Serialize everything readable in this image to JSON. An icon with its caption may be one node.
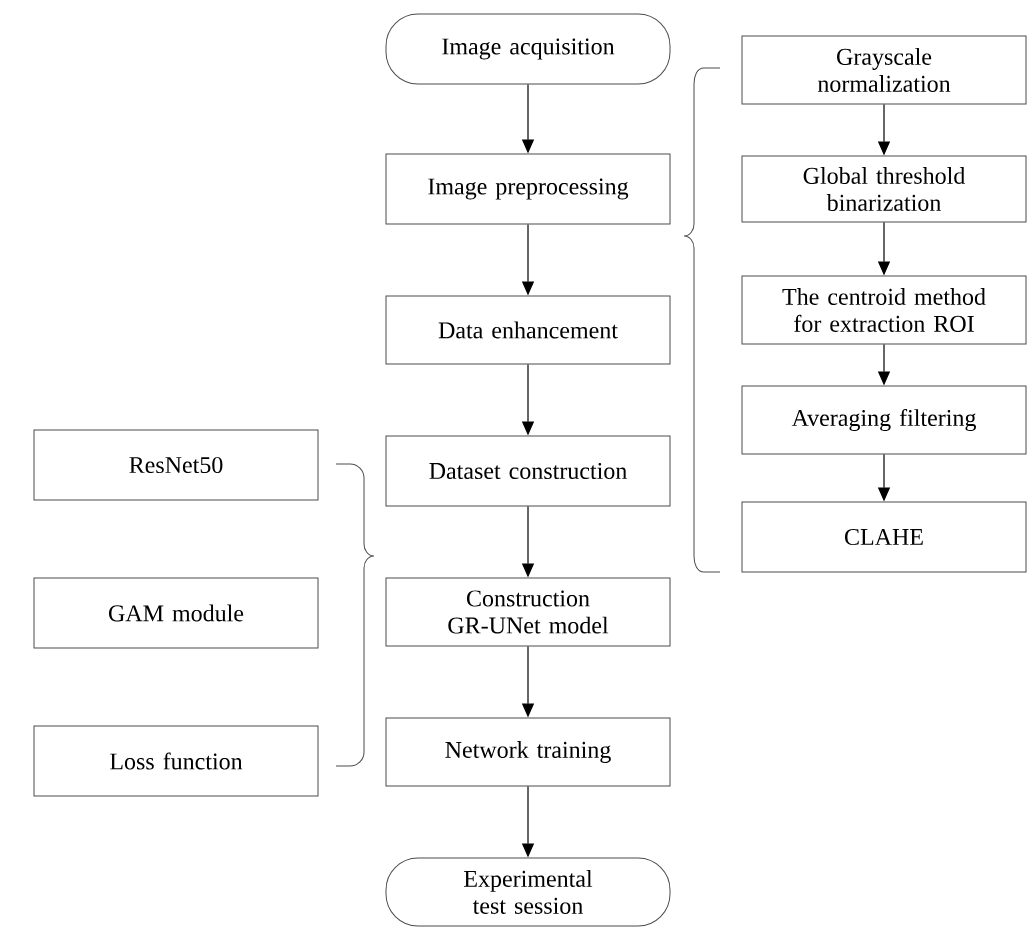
{
  "diagram": {
    "nodes": [
      {
        "text": [
          "Image acquisition"
        ]
      },
      {
        "text": [
          "Image preprocessing"
        ]
      },
      {
        "text": [
          "Data enhancement"
        ]
      },
      {
        "text": [
          "Dataset construction"
        ]
      },
      {
        "text": [
          "Construction GR-UNet model"
        ]
      },
      {
        "text": [
          "Network training"
        ]
      },
      {
        "text": [
          "Experimental test session"
        ]
      },
      {
        "text": [
          "Grayscale normalization"
        ]
      },
      {
        "text": [
          "Global threshold binarization"
        ]
      },
      {
        "text": [
          "The centroid method for extraction ROI"
        ]
      },
      {
        "text": [
          "Averaging filtering"
        ]
      },
      {
        "text": [
          "CLAHE"
        ]
      },
      {
        "text": [
          "ResNet50"
        ]
      },
      {
        "text": [
          "GAM module"
        ]
      },
      {
        "text": [
          "Loss function"
        ]
      }
    ],
    "edges": [
      {
        "from": 0,
        "to": 1,
        "arrow": "to"
      },
      {
        "from": 1,
        "to": 2,
        "arrow": "to"
      },
      {
        "from": 2,
        "to": 3,
        "arrow": "to"
      },
      {
        "from": 3,
        "to": 4,
        "arrow": "to"
      },
      {
        "from": 4,
        "to": 5,
        "arrow": "to"
      },
      {
        "from": 5,
        "to": 6,
        "arrow": "to"
      },
      {
        "from": 7,
        "to": 8,
        "arrow": "to"
      },
      {
        "from": 8,
        "to": 9,
        "arrow": "to"
      },
      {
        "from": 9,
        "to": 10,
        "arrow": "to"
      },
      {
        "from": 10,
        "to": 11,
        "arrow": "to"
      }
    ]
  }
}
